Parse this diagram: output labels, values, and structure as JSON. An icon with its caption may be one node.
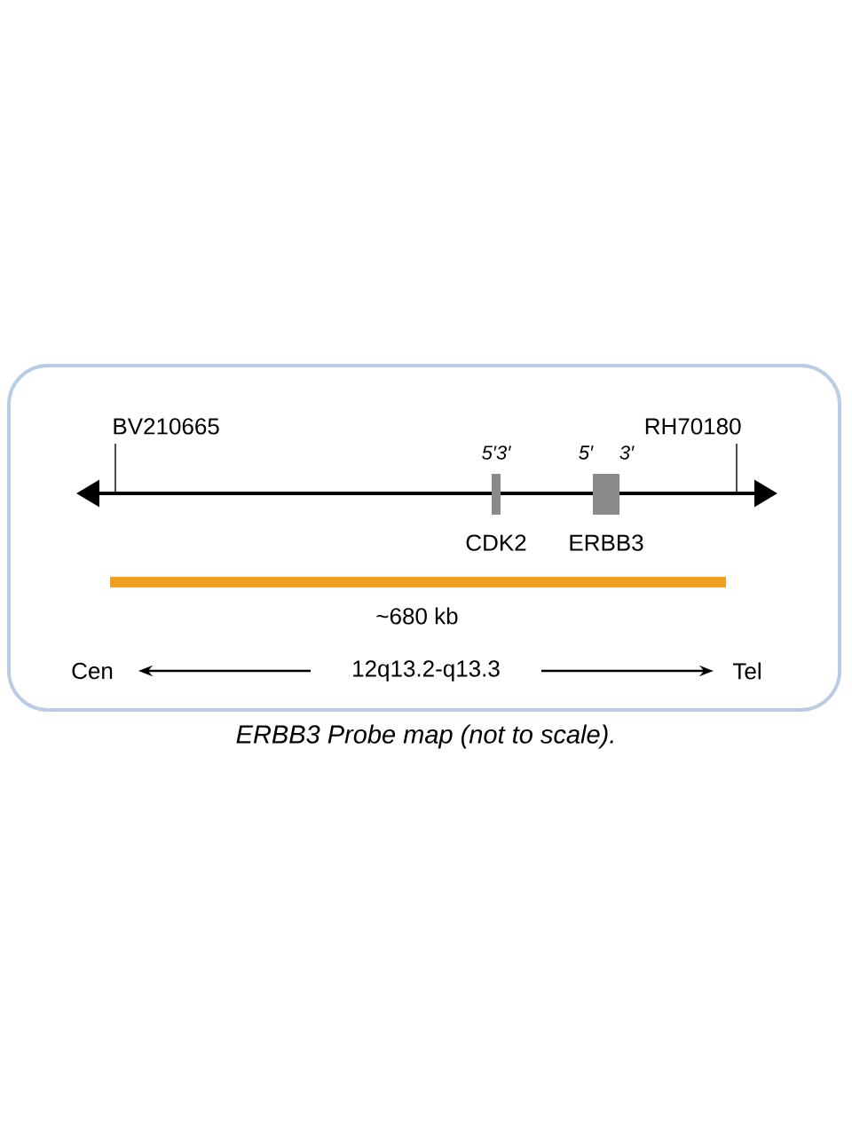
{
  "diagram": {
    "caption": "ERBB3 Probe map (not to scale).",
    "nodes": [
      {
        "text": [
          "CDK2"
        ],
        "beside": [
          "5′3′"
        ]
      },
      {
        "text": [
          "ERBB3"
        ],
        "beside": [
          "5′",
          "3′"
        ]
      }
    ],
    "labels": [
      "BV210665",
      "RH70180",
      "~680 kb",
      "Cen",
      "12q13.2-q13.3",
      "Tel"
    ]
  }
}
